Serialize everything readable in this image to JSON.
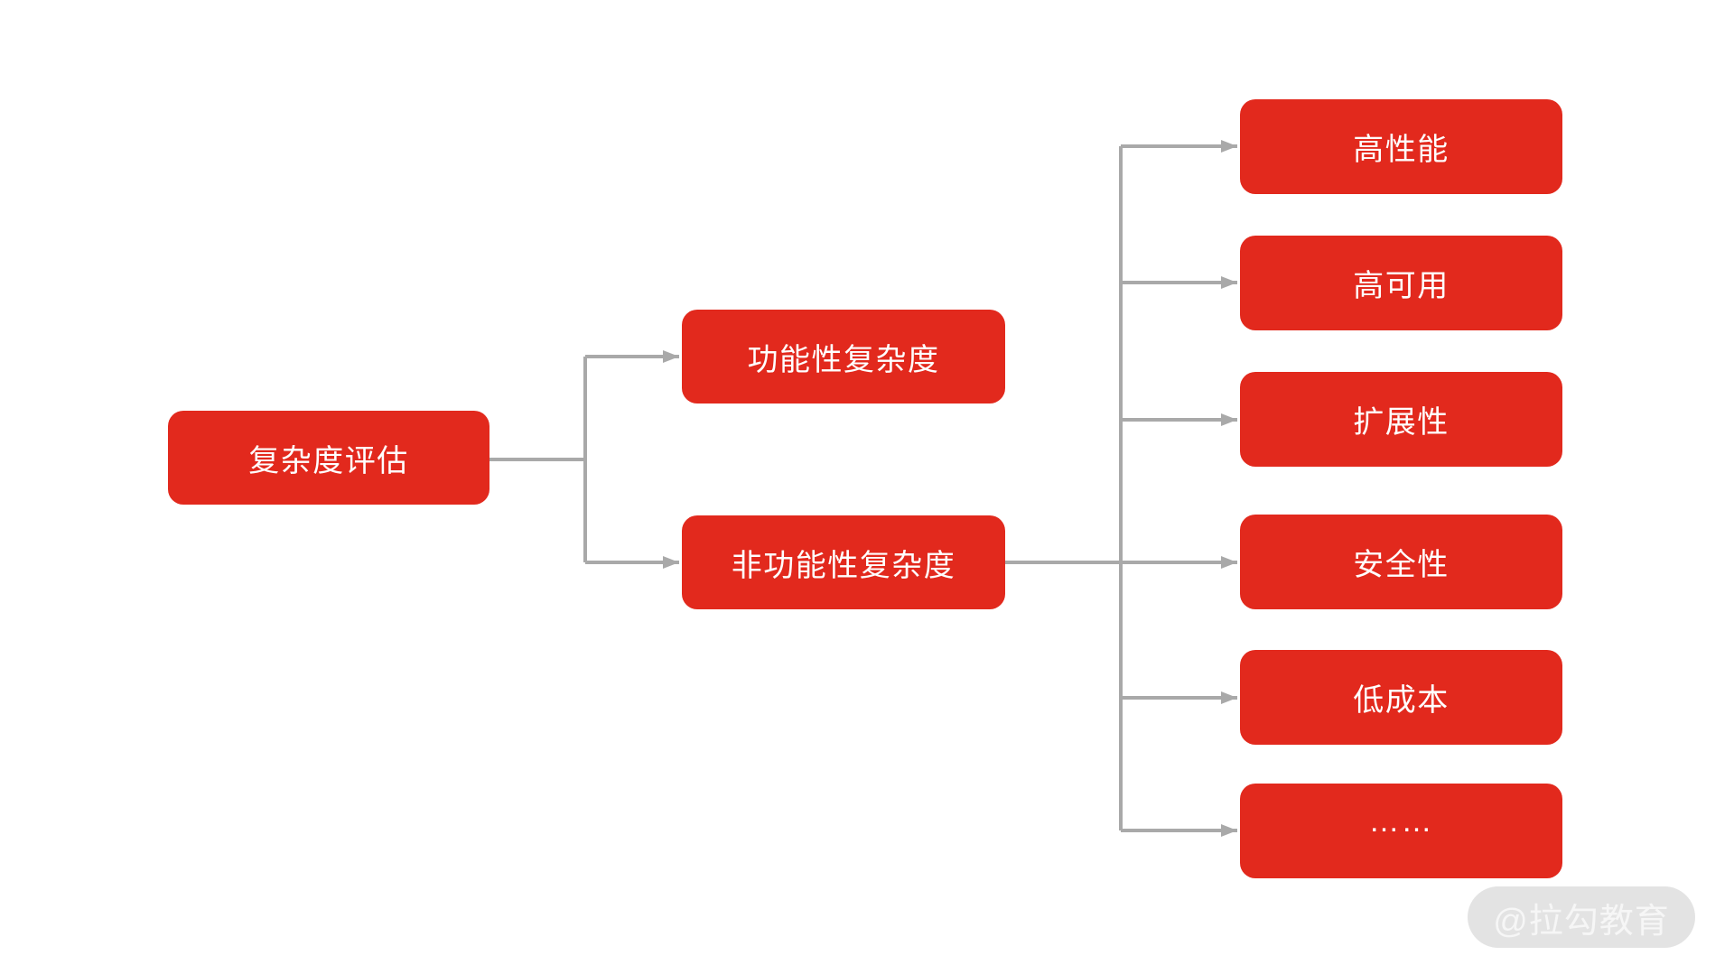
{
  "diagram": {
    "title_hint": "complexity-evaluation-mindmap",
    "root": {
      "label": "复杂度评估"
    },
    "level2": [
      {
        "label": "功能性复杂度"
      },
      {
        "label": "非功能性复杂度"
      }
    ],
    "level3": [
      {
        "label": "高性能"
      },
      {
        "label": "高可用"
      },
      {
        "label": "扩展性"
      },
      {
        "label": "安全性"
      },
      {
        "label": "低成本"
      },
      {
        "label": "……"
      }
    ]
  },
  "watermark": {
    "label": "@拉勾教育"
  },
  "colors": {
    "node_fill": "#E2291D",
    "node_text": "#FFFFFF",
    "connector": "#A9A9A9",
    "watermark_bg": "#E3E3E3",
    "watermark_text": "#F6F6F6",
    "background": "#FFFFFF"
  }
}
